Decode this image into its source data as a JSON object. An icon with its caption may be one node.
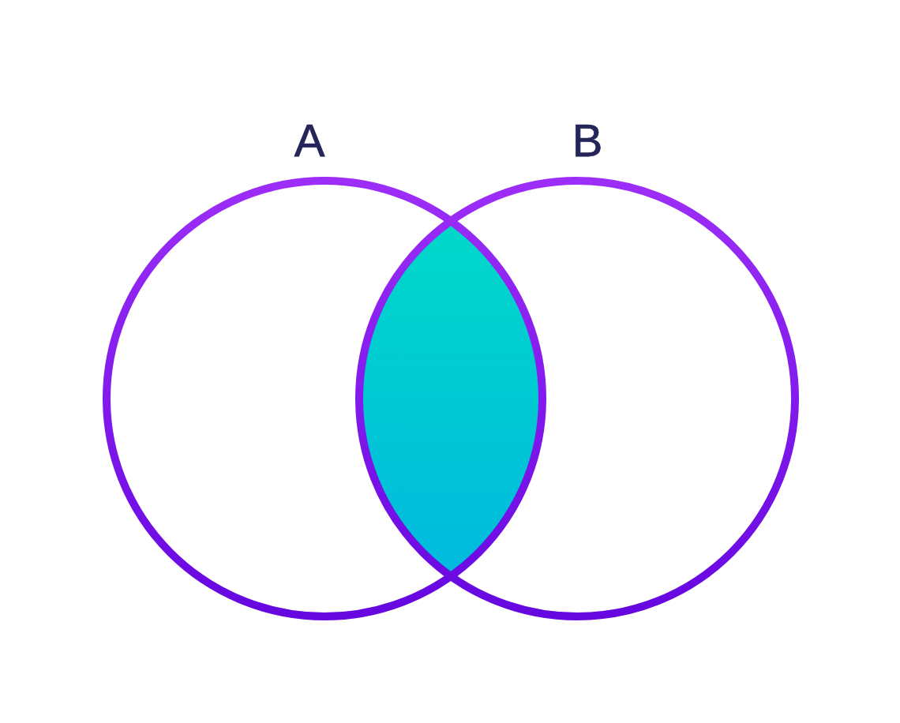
{
  "diagram": {
    "nodes": [
      {
        "text": [
          "A"
        ]
      },
      {
        "text": [
          "B"
        ]
      },
      {
        "text": [],
        "shape": "lens"
      }
    ]
  }
}
